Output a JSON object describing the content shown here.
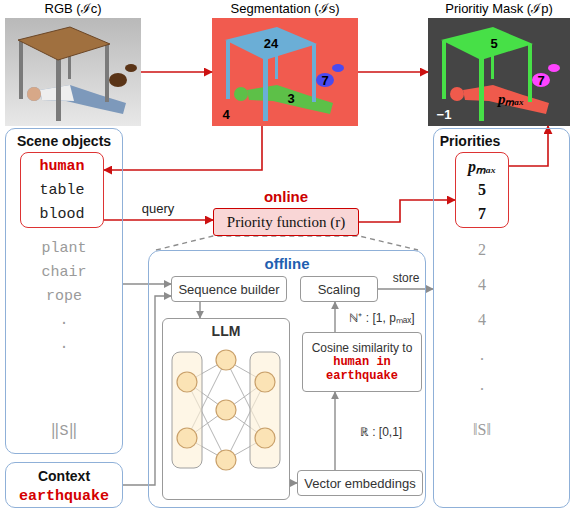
{
  "diagram": {
    "nodes": [
      {
        "text": [
          "RGB (ℐc)"
        ]
      },
      {
        "text": [
          "Segmentation (ℐs)"
        ]
      },
      {
        "text": [
          "Prioritiy Mask (ℐp)"
        ]
      },
      {
        "text": [
          "Scene objects",
          "plant",
          "chair",
          "rope",
          ".",
          ".",
          "‖S‖"
        ]
      },
      {
        "text": [
          "human",
          "table",
          "blood"
        ],
        "in": 3
      },
      {
        "text": [
          "Context",
          "earthquake"
        ]
      },
      {
        "text": [
          "Priority function (r)"
        ]
      },
      {
        "text": [
          "offline"
        ]
      },
      {
        "text": [
          "Sequence builder"
        ],
        "in": 7
      },
      {
        "text": [
          "LLM"
        ],
        "in": 7
      },
      {
        "text": [
          "Vector embeddings"
        ],
        "in": 7
      },
      {
        "text": [
          "Cosine similarity to",
          "human in earthquake"
        ],
        "in": 7
      },
      {
        "text": [
          "Scaling"
        ],
        "in": 7
      },
      {
        "text": [
          "Priorities",
          "2",
          "4",
          "4",
          ".",
          ".",
          "‖S‖"
        ]
      },
      {
        "text": [
          "pₘₐₓ",
          "5",
          "7"
        ],
        "in": 13
      }
    ],
    "edges": [
      {
        "from": 0,
        "to": 1,
        "arrow": "to"
      },
      {
        "from": 1,
        "to": 2,
        "arrow": "to"
      },
      {
        "from": 1,
        "to": 4,
        "arrow": "to"
      },
      {
        "from": 4,
        "to": 6,
        "label": "query",
        "arrow": "to"
      },
      {
        "from": 6,
        "to": 14,
        "arrow": "to"
      },
      {
        "from": 14,
        "to": 2,
        "arrow": "to"
      },
      {
        "from": 3,
        "to": 8,
        "arrow": "to"
      },
      {
        "from": 5,
        "to": 8,
        "arrow": "to"
      },
      {
        "from": 8,
        "to": 9,
        "arrow": "to"
      },
      {
        "from": 9,
        "to": 10,
        "arrow": "to"
      },
      {
        "from": 10,
        "to": 11,
        "label": "ℝ : [0,1]",
        "arrow": "to"
      },
      {
        "from": 11,
        "to": 12,
        "label": "ℕ⁺ : [1, pₘₐₓ]",
        "arrow": "to"
      },
      {
        "from": 12,
        "to": 13,
        "label": "store",
        "arrow": "to"
      },
      {
        "from": 6,
        "to": 7,
        "arrow": "none"
      }
    ],
    "labels": [
      "online",
      "24",
      "3",
      "7",
      "4",
      "5",
      "pₘₐₓ",
      "7",
      "−1"
    ]
  }
}
